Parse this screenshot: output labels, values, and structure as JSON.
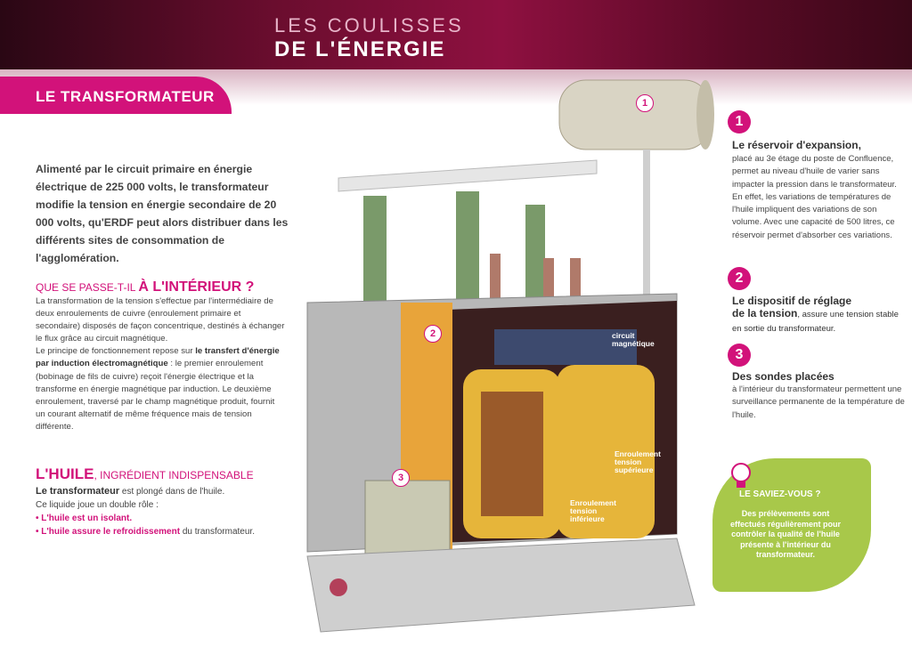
{
  "logo": {
    "line1": "LES COULISSES",
    "line2": "DE L'ÉNERGIE"
  },
  "page_title": "LE TRANSFORMATEUR",
  "intro": "Alimenté par le circuit primaire en énergie électrique de 225 000 volts, le transformateur modifie la tension en énergie secondaire de 20 000 volts, qu'ERDF peut alors distribuer dans les différents sites de consommation de l'agglomération.",
  "section_inside": {
    "heading_small": "QUE SE PASSE-T-IL ",
    "heading_big": "À L'INTÉRIEUR ?",
    "p1": "La transformation de la tension s'effectue par l'intermédiaire de deux enroulements de cuivre (enroulement primaire et secondaire) disposés de façon concentrique, destinés à échanger le flux grâce au circuit magnétique.",
    "p2a": "Le principe de fonctionnement repose sur ",
    "p2b": "le transfert d'énergie par induction électromagnétique",
    "p2c": " : le premier enroulement (bobinage de fils de cuivre) reçoit l'énergie électrique et la transforme en énergie magnétique par induction. Le deuxième enroulement, traversé par le champ magnétique produit, fournit un courant alternatif de même fréquence mais de tension différente."
  },
  "section_oil": {
    "heading_big": "L'HUILE",
    "heading_small": ", INGRÉDIENT INDISPENSABLE",
    "l1a": "Le transformateur",
    "l1b": " est plongé dans de l'huile.",
    "l2": "Ce liquide joue un double rôle :",
    "b1": "• L'huile est un isolant.",
    "b2a": "• L'huile assure le refroidissement",
    "b2b": " du transformateur."
  },
  "diagram": {
    "markers": [
      "1",
      "2",
      "3"
    ],
    "label_circuit": "circuit magnétique",
    "label_sup": "Enroulement tension supérieure",
    "label_inf": "Enroulement tension inférieure"
  },
  "right": {
    "n1": "1",
    "t1": "Le réservoir d'expansion,",
    "d1": "placé au 3e étage du poste de Confluence, permet au niveau d'huile de varier sans impacter la pression dans le transformateur. En effet, les variations de températures de l'huile impliquent des variations de son volume. Avec une capacité de 500 litres, ce réservoir permet d'absorber ces variations.",
    "n2": "2",
    "t2a": "Le dispositif de réglage",
    "t2b": "de la tension",
    "t2c": ", assure une tension stable en sortie du transformateur.",
    "n3": "3",
    "t3": "Des sondes placées",
    "d3": "à l'intérieur du transformateur permettent une surveillance permanente de la température de l'huile."
  },
  "tip": {
    "title": "LE SAVIEZ-VOUS ?",
    "text": "Des prélèvements sont effectués régulièrement pour contrôler la qualité de l'huile présente à l'intérieur du transformateur."
  }
}
